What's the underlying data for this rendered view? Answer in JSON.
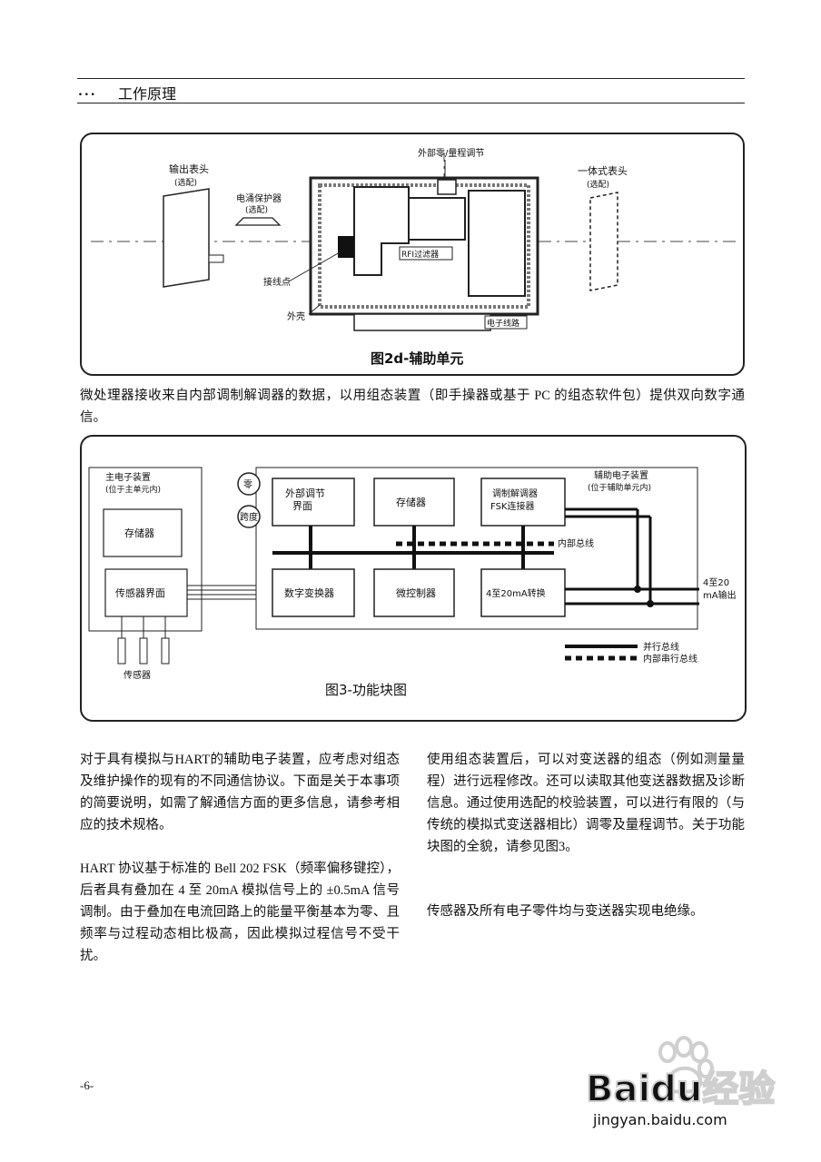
{
  "header": {
    "dots": "...",
    "title": "工作原理"
  },
  "figure_d": {
    "caption": "图2d-辅助单元",
    "labels": {
      "output_head": "输出表头",
      "output_head_opt": "(选配)",
      "surge_protector": "电涌保护器",
      "surge_opt": "(选配)",
      "ext_zero_span": "外部零/量程调节",
      "integral_head": "一体式表头",
      "integral_opt": "(选配)",
      "rfi_filter": "RFI过滤器",
      "terminal": "接线点",
      "housing": "外壳",
      "electronics": "电子线路"
    }
  },
  "intro_text": "微处理器接收来自内部调制解调器的数据，以用组态装置（即手操器或基于 PC 的组态软件包）提供双向数字通信。",
  "figure_3": {
    "caption": "图3-功能块图",
    "main_unit_title": "主电子装置",
    "main_unit_sub": "(位于主单元内)",
    "aux_unit_title": "辅助电子装置",
    "aux_unit_sub": "(位于辅助单元内)",
    "zero": "零",
    "span": "跨度",
    "blocks": {
      "main_memory": "存储器",
      "sensor_interface": "传感器界面",
      "ext_adjust_1": "外部调节",
      "ext_adjust_2": "界面",
      "memory": "存储器",
      "modem_1": "调制解调器",
      "modem_2": "FSK连接器",
      "dac": "数字变换器",
      "mcu": "微控制器",
      "conv": "4至20mA转换"
    },
    "internal_bus": "内部总线",
    "output_1": "4至20",
    "output_2": "mA输出",
    "sensor": "传感器",
    "legend_parallel": "并行总线",
    "legend_serial": "内部串行总线"
  },
  "left_para_1": "对于具有模拟与HART的辅助电子装置，应考虑对组态及维护操作的现有的不同通信协议。下面是关于本事项的简要说明，如需了解通信方面的更多信息，请参考相应的技术规格。",
  "left_para_2": "HART 协议基于标准的 Bell 202 FSK（频率偏移键控），后者具有叠加在 4 至 20mA 模拟信号上的 ±0.5mA 信号调制。由于叠加在电流回路上的能量平衡基本为零、且频率与过程动态相比极高，因此模拟过程信号不受干扰。",
  "right_para_1": "使用组态装置后，可以对变送器的组态（例如测量量程）进行远程修改。还可以读取其他变送器数据及诊断信息。通过使用选配的校验装置，可以进行有限的（与传统的模拟式变送器相比）调零及量程调节。关于功能块图的全貌，请参见图3。",
  "right_para_2": "传感器及所有电子零件均与变送器实现电绝缘。",
  "page_number": "-6-",
  "watermark": {
    "brand": "Baidu经验",
    "url": "jingyan.baidu.com"
  }
}
